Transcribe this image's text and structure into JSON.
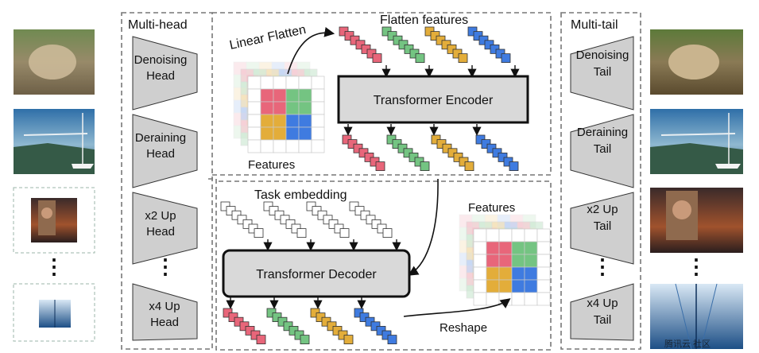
{
  "colors": {
    "red": "#e8667a",
    "green": "#74c482",
    "yellow": "#e3ad3a",
    "blue": "#3f7be0",
    "trap_fill": "#cfcfcf",
    "box_fill": "#d9d9d9"
  },
  "labels": {
    "multi_head": "Multi-head",
    "multi_tail": "Multi-tail",
    "linear_flatten": "Linear Flatten",
    "flatten_features": "Flatten features",
    "features_top": "Features",
    "features_bottom": "Features",
    "task_embedding": "Task embedding",
    "reshape": "Reshape",
    "encoder": "Transformer Encoder",
    "decoder": "Transformer Decoder",
    "watermark": "腾讯云 社区"
  },
  "heads": [
    {
      "line1": "Denoising",
      "line2": "Head"
    },
    {
      "line1": "Deraining",
      "line2": "Head"
    },
    {
      "line1": "x2 Up",
      "line2": "Head"
    },
    {
      "line1": "x4 Up",
      "line2": "Head"
    }
  ],
  "tails": [
    {
      "line1": "Denoising",
      "line2": "Tail"
    },
    {
      "line1": "Deraining",
      "line2": "Tail"
    },
    {
      "line1": "x2 Up",
      "line2": "Tail"
    },
    {
      "line1": "x4 Up",
      "line2": "Tail"
    }
  ],
  "dots": "•\n•\n•",
  "images_left": [
    "denoising-input-image",
    "deraining-input-image",
    "x2-input-image",
    "x4-input-image"
  ],
  "images_right": [
    "denoising-output-image",
    "deraining-output-image",
    "x2-output-image",
    "x4-output-image"
  ]
}
